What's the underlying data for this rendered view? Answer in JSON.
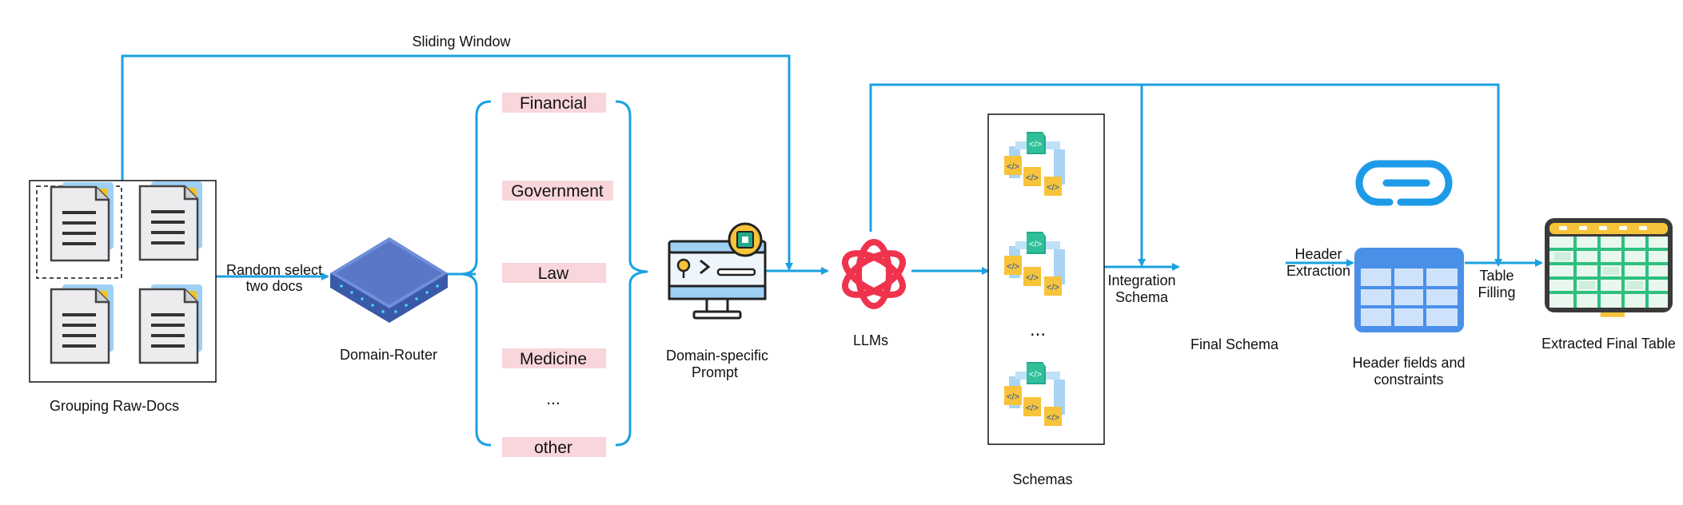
{
  "flow": {
    "sliding_window": "Sliding Window",
    "grouping_label": "Grouping Raw-Docs",
    "edge_random_line1": "Random select",
    "edge_random_line2": "two docs",
    "router_label": "Domain-Router",
    "domains": [
      "Financial",
      "Government",
      "Law",
      "Medicine",
      "...",
      "other"
    ],
    "prompt_line1": "Domain-specific",
    "prompt_line2": "Prompt",
    "llm_label": "LLMs",
    "schemas_ellipsis": "...",
    "schemas_label": "Schemas",
    "edge_integration_line1": "Integration",
    "edge_integration_line2": "Schema",
    "final_schema_label": "Final Schema",
    "edge_header_line1": "Header",
    "edge_header_line2": "Extraction",
    "header_fields_line1": "Header fields and",
    "header_fields_line2": "constraints",
    "edge_table_line1": "Table",
    "edge_table_line2": "Filling",
    "final_table_label": "Extracted Final Table"
  },
  "colors": {
    "arrow": "#1ba1e2",
    "domain_highlight": "#f9d6dc",
    "router": "#5a77c7",
    "llm": "#f0334d",
    "schema_yellow": "#f6c33b",
    "schema_green": "#23a98a",
    "table_blue": "#4a90e8",
    "final_green": "#2ec07e"
  }
}
